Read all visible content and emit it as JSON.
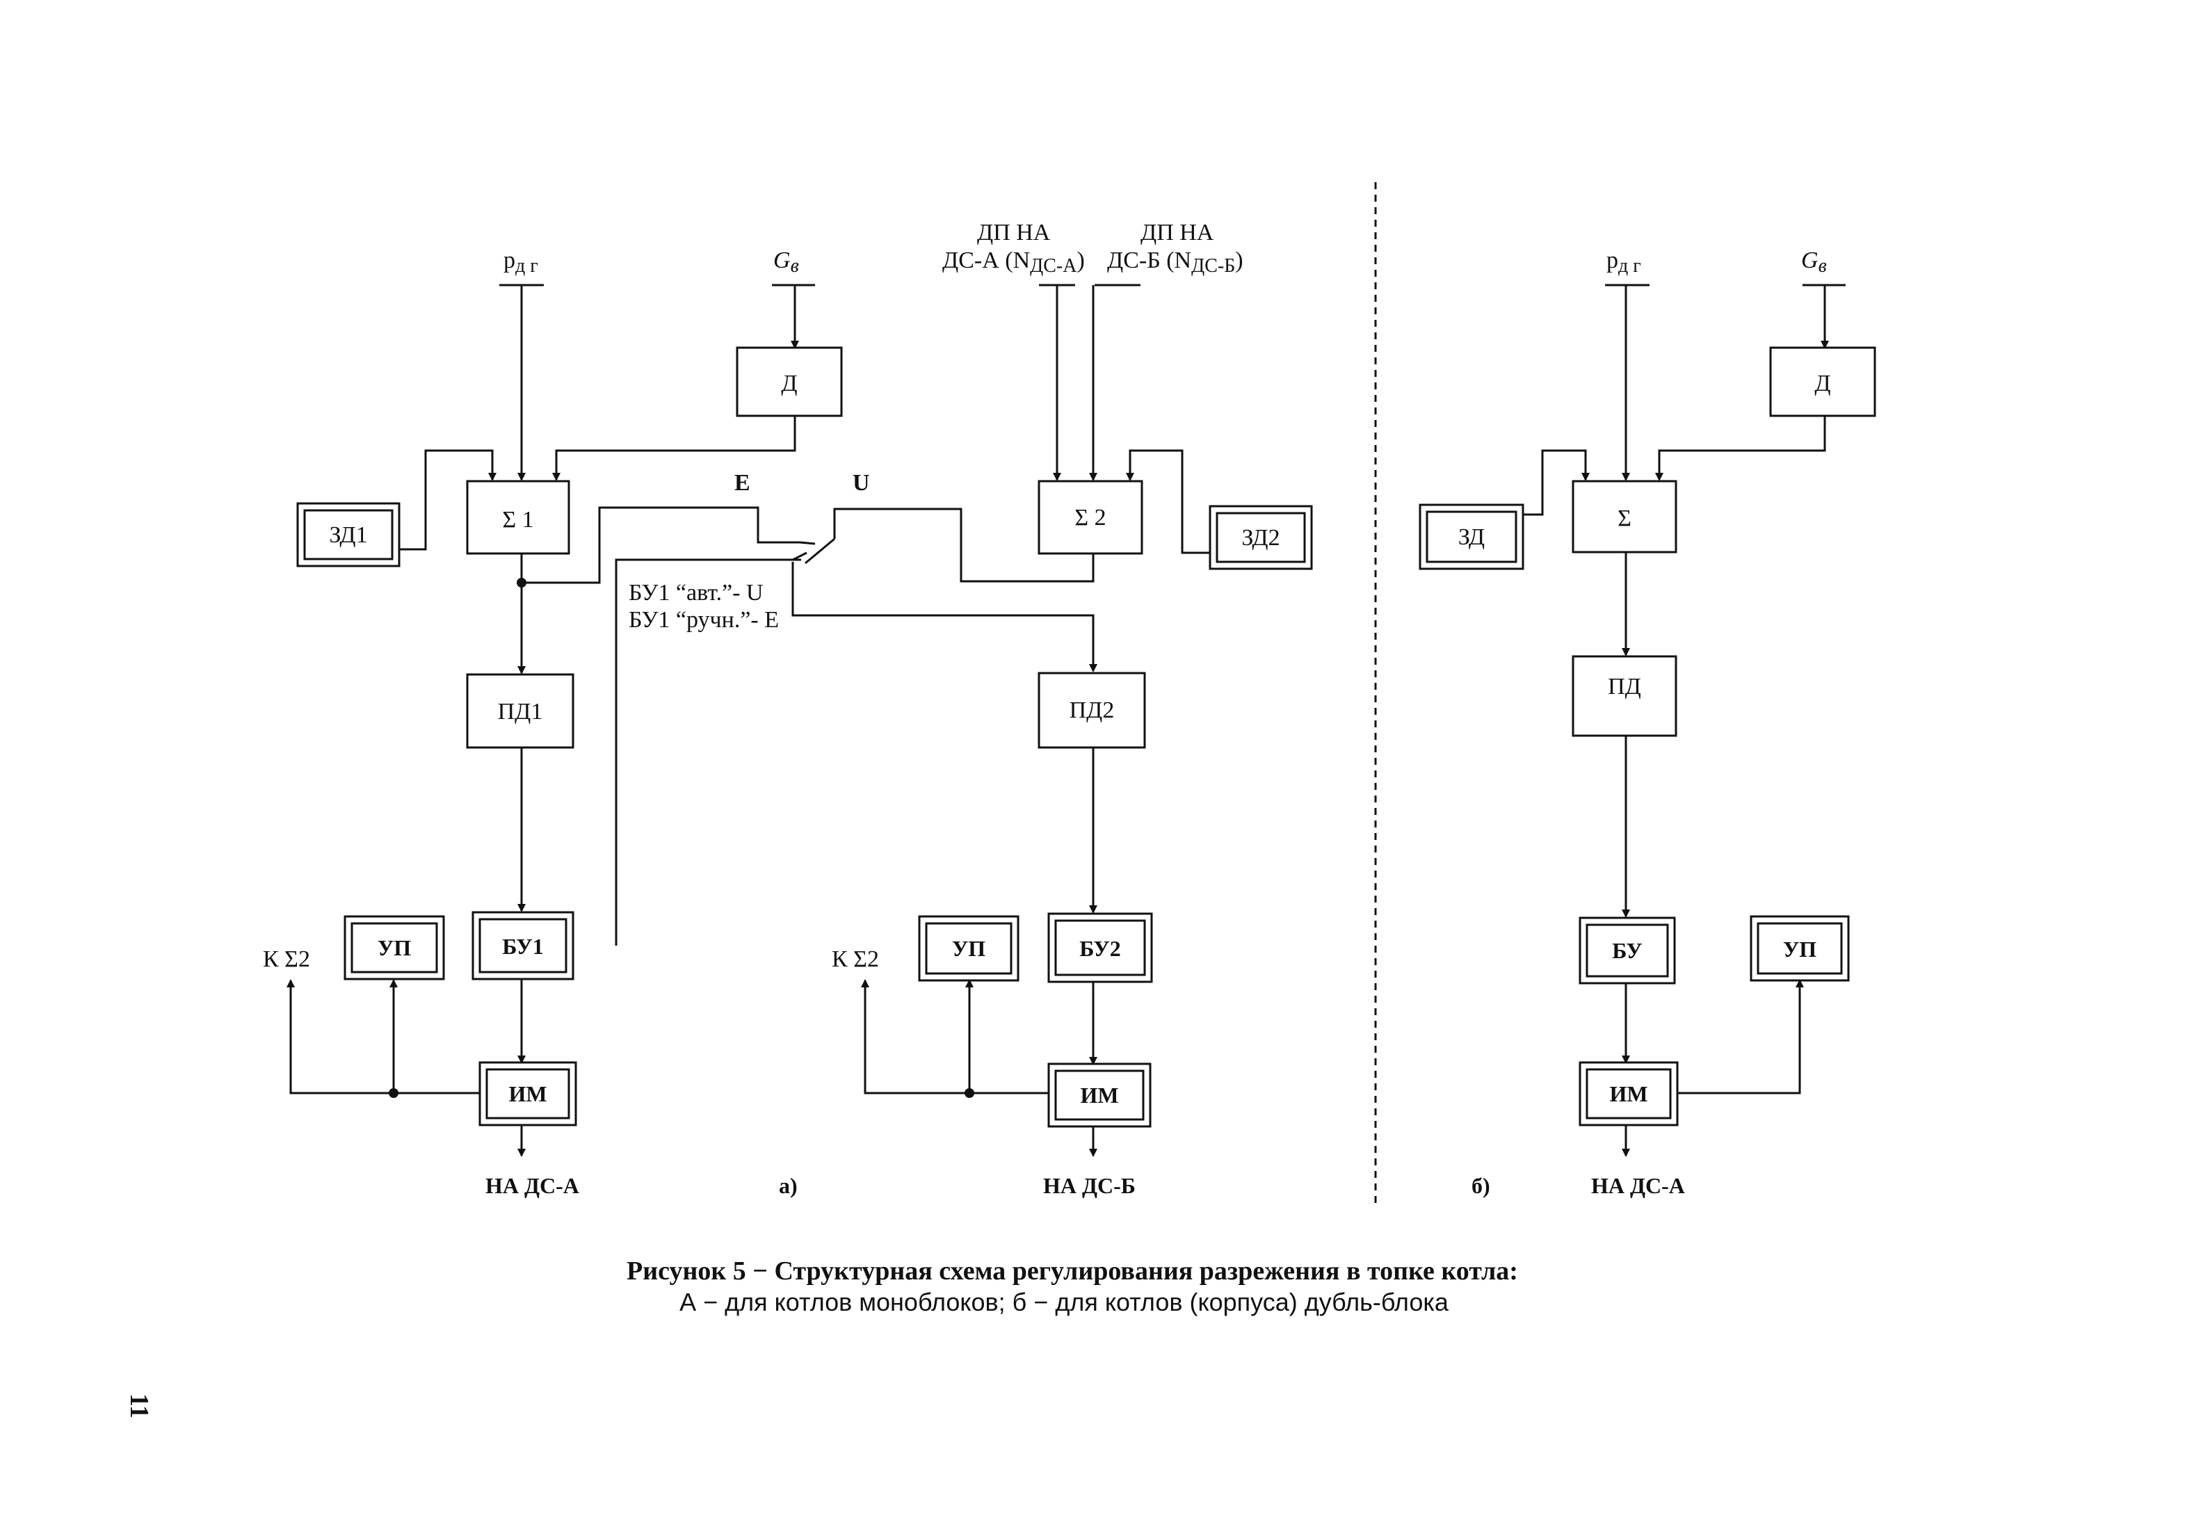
{
  "diagram": {
    "panel_a": {
      "inputs": {
        "p": "р",
        "p_sub": "д г",
        "g": "G",
        "g_sub": "в",
        "dp_a": [
          "ДП НА",
          "ДС-А (N",
          "ДС-А",
          ")"
        ],
        "dp_b": [
          "ДП НА",
          "ДС-Б (N",
          "ДС-Б",
          ")"
        ]
      },
      "blocks": {
        "d": "Д",
        "sum1": "Σ 1",
        "sum2": "Σ 2",
        "zd1": "ЗД1",
        "zd2": "ЗД2",
        "pd1": "ПД1",
        "pd2": "ПД2",
        "bu1": "БУ1",
        "bu2": "БУ2",
        "up1": "УП",
        "up2": "УП",
        "im1": "ИМ",
        "im2": "ИМ"
      },
      "switch": {
        "e": "E",
        "u": "U",
        "note1": "БУ1 “авт.”- U",
        "note2": "БУ1 “ручн.”- E"
      },
      "to_sum2": "К Σ2",
      "out_a": "НА ДС-А",
      "out_b": "НА ДС-Б",
      "label": "а)"
    },
    "panel_b": {
      "inputs": {
        "p": "р",
        "p_sub": "д г",
        "g": "G",
        "g_sub": "в"
      },
      "blocks": {
        "d": "Д",
        "sum": "Σ",
        "zd": "ЗД",
        "pd": "ПД",
        "bu": "БУ",
        "up": "УП",
        "im": "ИМ"
      },
      "out": "НА ДС-А",
      "label": "б)"
    },
    "caption": {
      "title": "Рисунок 5 − Структурная схема регулирования разрежения в топке котла:",
      "subtitle": "А − для котлов моноблоков; б − для котлов (корпуса) дубль-блока"
    },
    "page_number": "11"
  }
}
